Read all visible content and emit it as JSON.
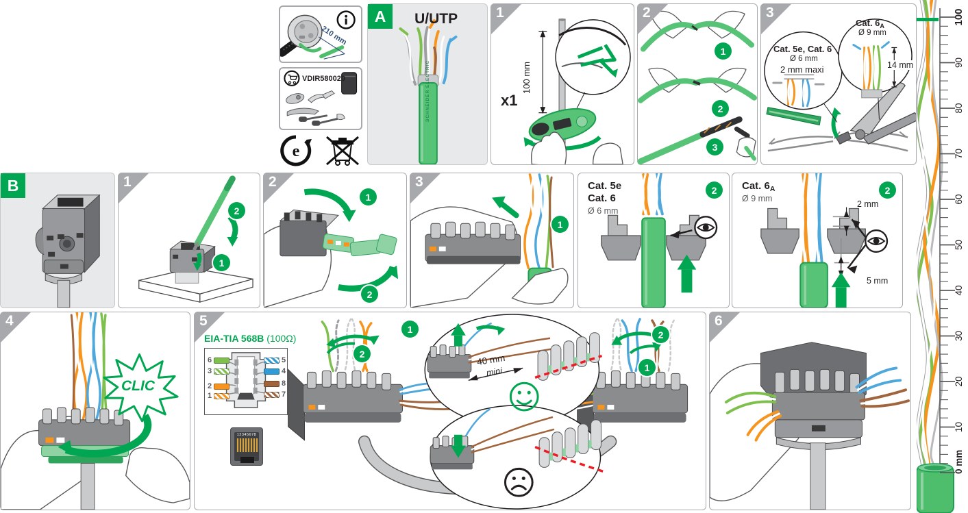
{
  "doc": {
    "type": "installation-instruction-sheet"
  },
  "colors": {
    "green": "#00A651",
    "green_cable": "#57C377",
    "wire_green": "#7FBF4D",
    "wire_orange": "#F7941E",
    "wire_blue": "#2E9BD6",
    "wire_brown": "#A0653C",
    "red": "#ED1C24",
    "panel_gray": "#E8E9EA",
    "border_gray": "#A7A9AC"
  },
  "icons": {
    "info": "i",
    "recycle_e": "e"
  },
  "info_box": {
    "measurement": "210 mm"
  },
  "kit_box": {
    "reference": "VDIR580020"
  },
  "panel_a": {
    "tag": "A",
    "title": "U/UTP",
    "cable_brand": "SCHNEIDER ELECTRIC"
  },
  "step_1": {
    "num": "1",
    "length_label": "100 mm",
    "repeat_label": "x1"
  },
  "step_2": {
    "num": "2",
    "badges": [
      "1",
      "2",
      "3"
    ]
  },
  "step_3": {
    "num": "3",
    "left_callout": {
      "title": "Cat. 5e, Cat. 6",
      "diameter": "Ø 6 mm",
      "limit": "2 mm maxi"
    },
    "right_callout": {
      "title": "Cat. 6",
      "title_sub": "A",
      "diameter": "Ø 9 mm",
      "strip_length": "14 mm"
    }
  },
  "panel_b": {
    "tag": "B"
  },
  "b_step_1": {
    "num": "1",
    "badges": [
      "1",
      "2"
    ]
  },
  "b_step_2": {
    "num": "2",
    "badges": [
      "1",
      "2"
    ]
  },
  "b_step_3": {
    "num": "3",
    "badges": [
      "1"
    ]
  },
  "cat56_panel": {
    "title_1": "Cat. 5e",
    "title_2": "Cat. 6",
    "diameter": "Ø 6 mm",
    "badge": "2"
  },
  "cat6a_panel": {
    "title": "Cat. 6",
    "title_sub": "A",
    "diameter": "Ø 9 mm",
    "dim_top": "2 mm",
    "dim_bottom": "5 mm",
    "badge": "2"
  },
  "step_4": {
    "num": "4",
    "click_label": "CLIC"
  },
  "step_5": {
    "num": "5",
    "standard_label": "EIA-TIA 568B",
    "impedance_label": "(100Ω)",
    "pins_left": [
      {
        "n": "6"
      },
      {
        "n": "3"
      },
      {
        "n": "2"
      },
      {
        "n": "1"
      }
    ],
    "pins_right": [
      {
        "n": "5"
      },
      {
        "n": "4"
      },
      {
        "n": "8"
      },
      {
        "n": "7"
      }
    ],
    "jack_pins_label": "12345678",
    "distance_label": "40 mm",
    "distance_qualifier": "mini",
    "badges_left": [
      "1",
      "2"
    ],
    "badges_right": [
      "2",
      "1"
    ]
  },
  "step_6": {
    "num": "6"
  },
  "ruler": {
    "min_mm": 0,
    "max_mm": 100,
    "minor_step_mm": 2,
    "major_step_mm": 10,
    "labels": [
      "100",
      "90",
      "80",
      "70",
      "60",
      "50",
      "40",
      "30",
      "20",
      "10"
    ],
    "zero_label": "0 mm"
  }
}
